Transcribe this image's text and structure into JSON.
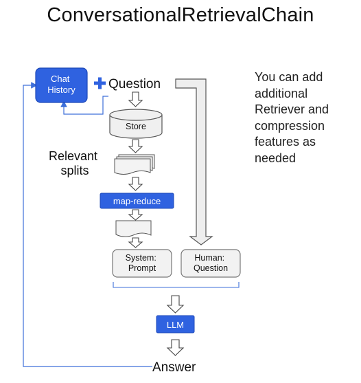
{
  "title": "ConversationalRetrievalChain",
  "note": "You can add\nadditional\nRetriever and\ncompression\nfeatures as\nneeded",
  "nodes": {
    "chat_history": "Chat\nHistory",
    "question": "Question",
    "store": "Store",
    "relevant_splits": "Relevant\nsplits",
    "map_reduce": "map-reduce",
    "system_prompt": "System:\nPrompt",
    "human_question": "Human:\nQuestion",
    "llm": "LLM",
    "answer": "Answer"
  },
  "colors": {
    "blue": "#2f62e0",
    "blue_border": "#1c48b8",
    "box_fill": "#f2f2f2",
    "box_stroke": "#777777",
    "line_blue": "#3d6fd9"
  }
}
